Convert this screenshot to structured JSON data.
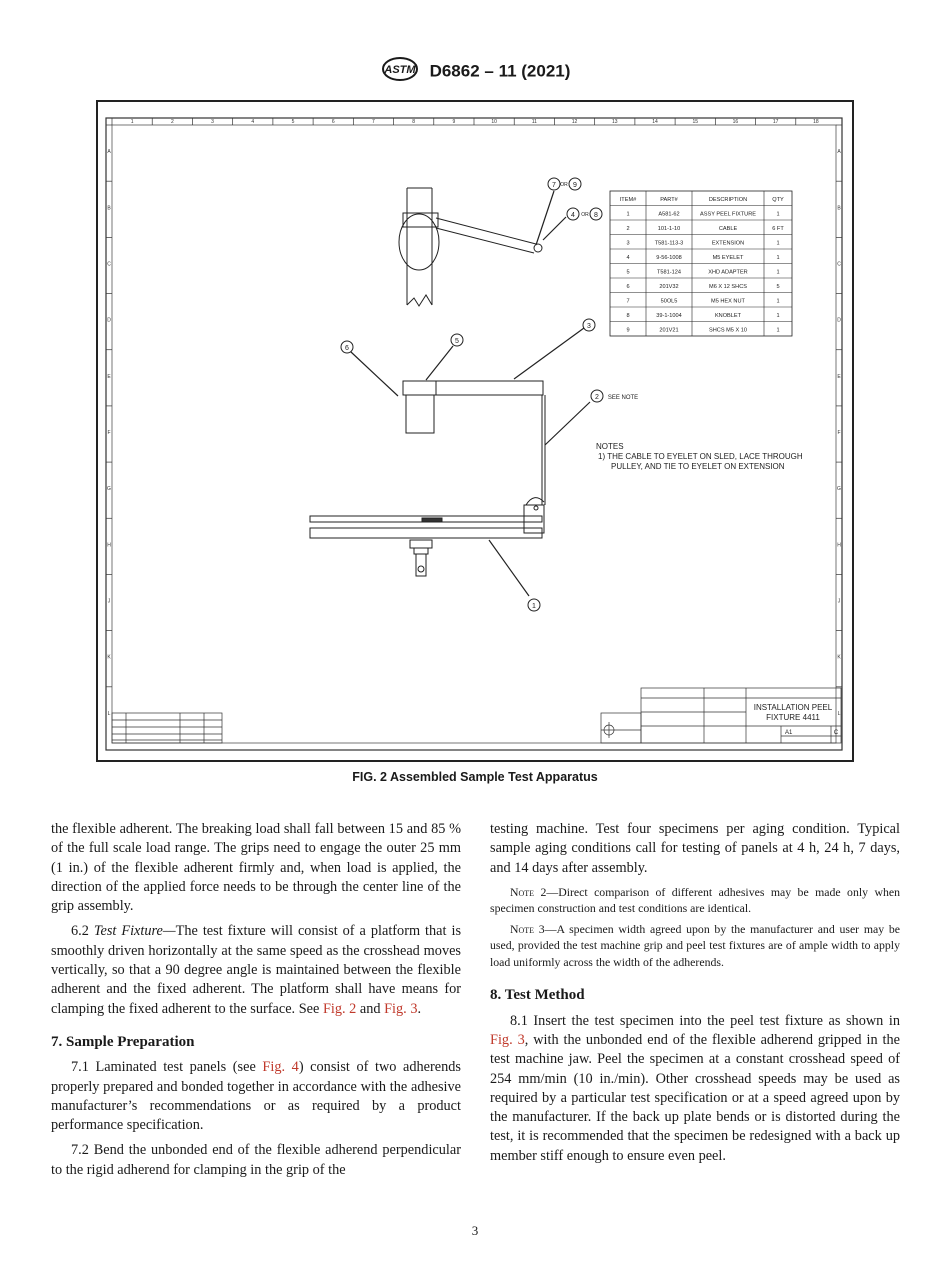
{
  "header": {
    "standard": "D6862 – 11 (2021)"
  },
  "figure": {
    "caption": "FIG. 2 Assembled Sample Test Apparatus",
    "ruler_numbers": [
      "1",
      "2",
      "3",
      "4",
      "5",
      "6",
      "7",
      "8",
      "9",
      "10",
      "11",
      "12",
      "13",
      "14",
      "15",
      "16",
      "17",
      "18"
    ],
    "side_letters": [
      "A",
      "B",
      "C",
      "D",
      "E",
      "F",
      "G",
      "H",
      "J",
      "K",
      "L"
    ],
    "bom_headers": [
      "ITEM#",
      "PART#",
      "DESCRIPTION",
      "QTY"
    ],
    "bom_rows": [
      [
        "1",
        "A581-62",
        "ASSY PEEL FIXTURE",
        "1"
      ],
      [
        "2",
        "101-1-10",
        "CABLE",
        "6 FT"
      ],
      [
        "3",
        "T581-113-3",
        "EXTENSION",
        "1"
      ],
      [
        "4",
        "9-56-1008",
        "M5 EYELET",
        "1"
      ],
      [
        "5",
        "T581-124",
        "XHD ADAPTER",
        "1"
      ],
      [
        "6",
        "201V32",
        "M6 X 12 SHCS",
        "5"
      ],
      [
        "7",
        "50OL5",
        "M5 HEX NUT",
        "1"
      ],
      [
        "8",
        "39-1-1004",
        "KNOBLET",
        "1"
      ],
      [
        "9",
        "201V21",
        "SHCS M5 X 10",
        "1"
      ]
    ],
    "callouts": {
      "c1": "1",
      "c2": "2",
      "c3": "3",
      "c4": "4",
      "c5": "5",
      "c6": "6",
      "c7": "7",
      "c8": "8",
      "c9": "9",
      "or": "OR",
      "see_note": "SEE NOTE"
    },
    "notes_title": "NOTES",
    "notes_line1": "1)  THE CABLE TO EYELET ON SLED, LACE THROUGH",
    "notes_line2": "PULLEY, AND TIE TO EYELET ON EXTENSION",
    "title_block": {
      "title1": "INSTALLATION PEEL",
      "title2": "FIXTURE 4411",
      "size": "A1",
      "rev": "C"
    }
  },
  "left_col": {
    "p1": "the flexible adherent. The breaking load shall fall between 15 and 85 % of the full scale load range. The grips need to engage the outer 25 mm (1 in.) of the flexible adherent firmly and, when load is applied, the direction of the applied force needs to be through the center line of the grip assembly.",
    "p2_num": "6.2 ",
    "p2_title": "Test Fixture—",
    "p2_text": "The test fixture will consist of a platform that is smoothly driven horizontally at the same speed as the crosshead moves vertically, so that a 90 degree angle is maintained between the flexible adherent and the fixed adherent. The platform shall have means for clamping the fixed adherent to the surface. See ",
    "p2_link1": "Fig. 2",
    "p2_and": " and ",
    "p2_link2": "Fig. 3",
    "p2_end": ".",
    "h7": "7. Sample Preparation",
    "p3_a": "7.1 Laminated test panels (see ",
    "p3_link": "Fig. 4",
    "p3_b": ") consist of two adherends properly prepared and bonded together in accordance with the adhesive manufacturer’s recommendations or as required by a product performance specification.",
    "p4": "7.2 Bend the unbonded end of the flexible adherend perpendicular to the rigid adherend for clamping in the grip of the"
  },
  "right_col": {
    "p1": "testing machine. Test four specimens per aging condition. Typical sample aging conditions call for testing of panels at 4 h, 24 h, 7 days, and 14 days after assembly.",
    "note2_label": "Note 2",
    "note2_text": "—Direct comparison of different adhesives may be made only when specimen construction and test conditions are identical.",
    "note3_label": "Note 3",
    "note3_text": "—A specimen width agreed upon by the manufacturer and user may be used, provided the test machine grip and peel test fixtures are of ample width to apply load uniformly across the width of the adherends.",
    "h8": "8. Test Method",
    "p2_a": "8.1 Insert the test specimen into the peel test fixture as shown in ",
    "p2_link": "Fig. 3",
    "p2_b": ", with the unbonded end of the flexible adherend gripped in the test machine jaw. Peel the specimen at a constant crosshead speed of 254 mm/min (10 in./min). Other crosshead speeds may be used as required by a particular test specification or at a speed agreed upon by the manufacturer. If the back up plate bends or is distorted during the test, it is recommended that the specimen be redesigned with a back up member stiff enough to ensure even peel."
  },
  "page_number": "3"
}
